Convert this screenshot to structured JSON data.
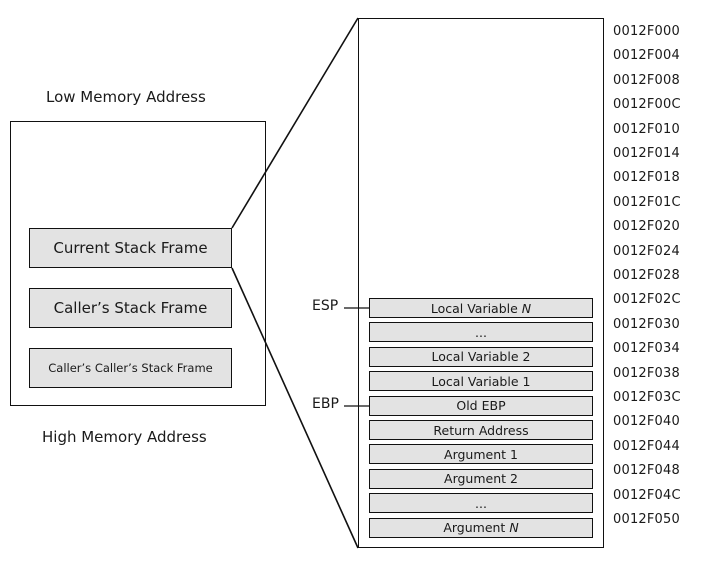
{
  "left_panel": {
    "top_label": "Low Memory Address",
    "bottom_label": "High Memory Address",
    "frames": [
      "Current Stack Frame",
      "Caller’s Stack Frame",
      "Caller’s Caller’s Stack Frame"
    ]
  },
  "right_panel": {
    "cells": [
      {
        "pre": "Local Variable ",
        "em": "N"
      },
      {
        "pre": "...",
        "em": ""
      },
      {
        "pre": "Local Variable 2",
        "em": ""
      },
      {
        "pre": "Local Variable 1",
        "em": ""
      },
      {
        "pre": "Old EBP",
        "em": ""
      },
      {
        "pre": "Return Address",
        "em": ""
      },
      {
        "pre": "Argument 1",
        "em": ""
      },
      {
        "pre": "Argument 2",
        "em": ""
      },
      {
        "pre": "...",
        "em": ""
      },
      {
        "pre": "Argument ",
        "em": "N"
      }
    ],
    "addresses": [
      "0012F000",
      "0012F004",
      "0012F008",
      "0012F00C",
      "0012F010",
      "0012F014",
      "0012F018",
      "0012F01C",
      "0012F020",
      "0012F024",
      "0012F028",
      "0012F02C",
      "0012F030",
      "0012F034",
      "0012F038",
      "0012F03C",
      "0012F040",
      "0012F044",
      "0012F048",
      "0012F04C",
      "0012F050"
    ],
    "registers": {
      "esp": "ESP",
      "ebp": "EBP"
    }
  }
}
